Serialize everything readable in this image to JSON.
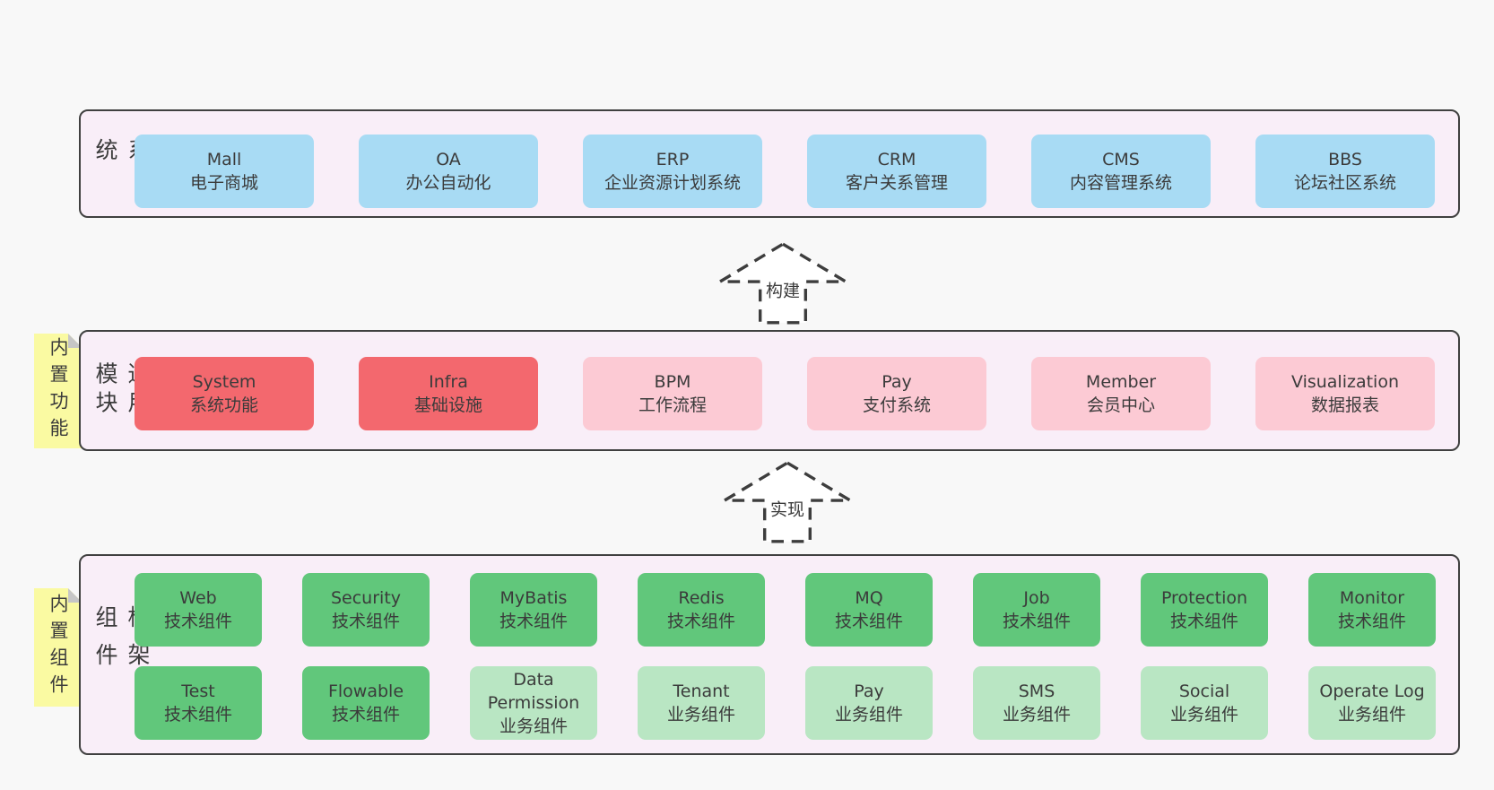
{
  "colors": {
    "page_bg": "#f8f8f8",
    "band_bg": "#f9eef8",
    "band_border": "#404040",
    "note_bg": "#fafaa2",
    "note_fold": "#c6c6c6",
    "text": "#3b3b3b",
    "arrow_fill": "#ffffff",
    "arrow_stroke": "#3d3d3d",
    "blue": "#a8dbf4",
    "red": "#f3686e",
    "pink": "#fccad4",
    "green": "#61c77b",
    "lightgreen": "#b9e6c3"
  },
  "bands": [
    {
      "label": "业务系统",
      "rows": [
        [
          {
            "name": "Mall",
            "desc": "电子商城",
            "type": "blue"
          },
          {
            "name": "OA",
            "desc": "办公自动化",
            "type": "blue"
          },
          {
            "name": "ERP",
            "desc": "企业资源计划系统",
            "type": "blue"
          },
          {
            "name": "CRM",
            "desc": "客户关系管理",
            "type": "blue"
          },
          {
            "name": "CMS",
            "desc": "内容管理系统",
            "type": "blue"
          },
          {
            "name": "BBS",
            "desc": "论坛社区系统",
            "type": "blue"
          }
        ]
      ]
    },
    {
      "label": "通用模块",
      "note": "内置功能",
      "rows": [
        [
          {
            "name": "System",
            "desc": "系统功能",
            "type": "red"
          },
          {
            "name": "Infra",
            "desc": "基础设施",
            "type": "red"
          },
          {
            "name": "BPM",
            "desc": "工作流程",
            "type": "pink"
          },
          {
            "name": "Pay",
            "desc": "支付系统",
            "type": "pink"
          },
          {
            "name": "Member",
            "desc": "会员中心",
            "type": "pink"
          },
          {
            "name": "Visualization",
            "desc": "数据报表",
            "type": "pink"
          }
        ]
      ]
    },
    {
      "label": "框架组件",
      "note": "内置组件",
      "rows": [
        [
          {
            "name": "Web",
            "desc": "技术组件",
            "type": "green"
          },
          {
            "name": "Security",
            "desc": "技术组件",
            "type": "green"
          },
          {
            "name": "MyBatis",
            "desc": "技术组件",
            "type": "green"
          },
          {
            "name": "Redis",
            "desc": "技术组件",
            "type": "green"
          },
          {
            "name": "MQ",
            "desc": "技术组件",
            "type": "green"
          },
          {
            "name": "Job",
            "desc": "技术组件",
            "type": "green"
          },
          {
            "name": "Protection",
            "desc": "技术组件",
            "type": "green"
          },
          {
            "name": "Monitor",
            "desc": "技术组件",
            "type": "green"
          }
        ],
        [
          {
            "name": "Test",
            "desc": "技术组件",
            "type": "green"
          },
          {
            "name": "Flowable",
            "desc": "技术组件",
            "type": "green"
          },
          {
            "name": "Data Permission",
            "desc": "业务组件",
            "type": "lightgreen"
          },
          {
            "name": "Tenant",
            "desc": "业务组件",
            "type": "lightgreen"
          },
          {
            "name": "Pay",
            "desc": "业务组件",
            "type": "lightgreen"
          },
          {
            "name": "SMS",
            "desc": "业务组件",
            "type": "lightgreen"
          },
          {
            "name": "Social",
            "desc": "业务组件",
            "type": "lightgreen"
          },
          {
            "name": "Operate Log",
            "desc": "业务组件",
            "type": "lightgreen"
          }
        ]
      ]
    }
  ],
  "arrows": [
    {
      "label": "构建"
    },
    {
      "label": "实现"
    }
  ]
}
